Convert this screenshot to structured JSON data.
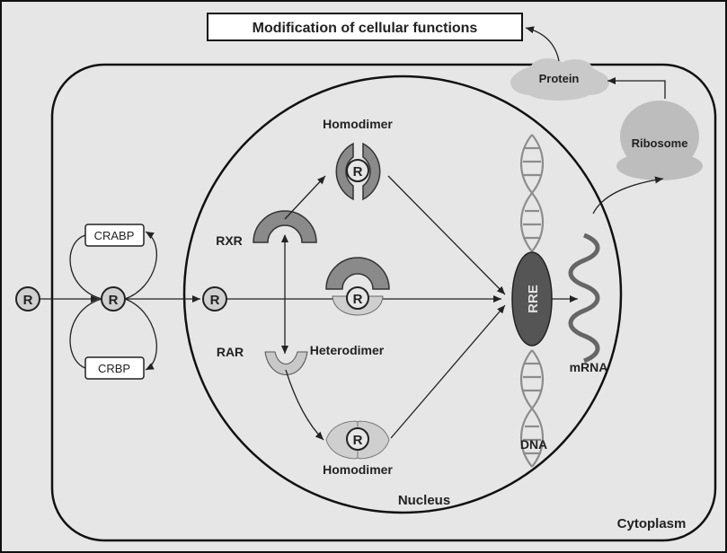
{
  "title_box": {
    "text": "Modification of cellular functions"
  },
  "compartments": {
    "nucleus": "Nucleus",
    "cytoplasm": "Cytoplasm"
  },
  "ligand": {
    "symbol": "R"
  },
  "binding_proteins": {
    "top": "CRABP",
    "bottom": "CRBP"
  },
  "receptors": {
    "rxr": "RXR",
    "rar": "RAR"
  },
  "dimers": {
    "top": "Homodimer",
    "middle": "Heterodimer",
    "bottom": "Homodimer"
  },
  "dna": {
    "element": "RRE",
    "label": "DNA"
  },
  "transcript": {
    "label": "mRNA"
  },
  "translation": {
    "ribosome": "Ribosome",
    "protein": "Protein"
  },
  "colors": {
    "background": "#e6e6e6",
    "rxr": "#8a8a8a",
    "rar": "#c8c8c8",
    "rre": "#555555",
    "cloud": "#c9c9c9",
    "outline": "#111111"
  }
}
